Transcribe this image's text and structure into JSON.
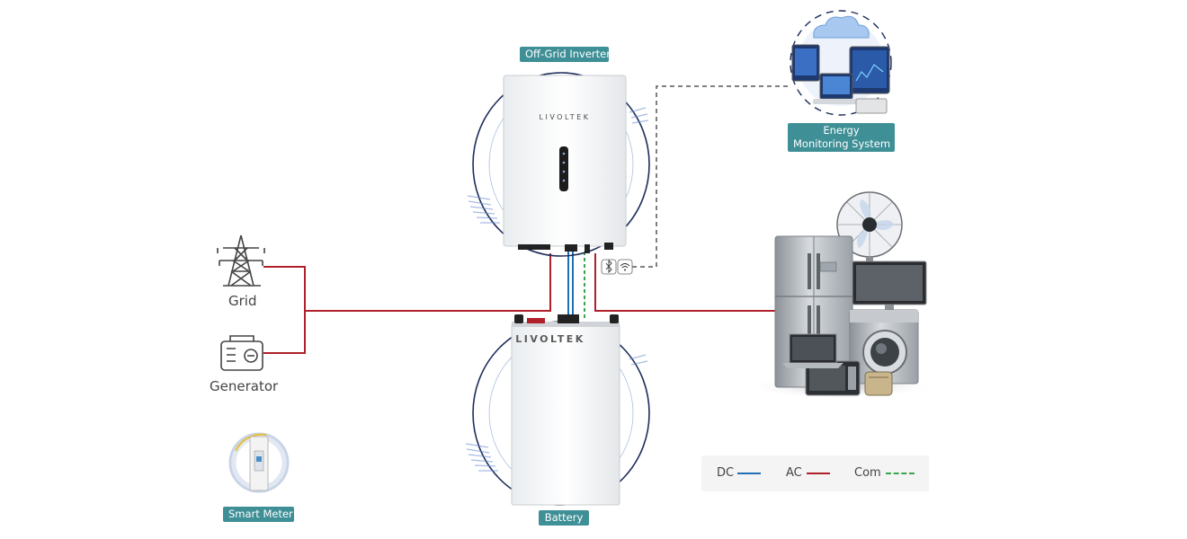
{
  "labels": {
    "inverter": "Off-Grid Inverter",
    "ems_line1": "Energy",
    "ems_line2": "Monitoring System",
    "grid": "Grid",
    "generator": "Generator",
    "smart_meter": "Smart Meter",
    "battery": "Battery",
    "brand_inverter": "LIVOLTEK",
    "brand_battery": "LIVOLTEK"
  },
  "legend": {
    "dc": "DC",
    "ac": "AC",
    "com": "Com"
  },
  "colors": {
    "dc": "#1f6fb5",
    "ac": "#b0202a",
    "com": "#3aa64b",
    "tag": "#3f8f96"
  },
  "icons": [
    "grid-tower-icon",
    "generator-icon",
    "smart-meter-icon",
    "bluetooth-icon",
    "wifi-icon",
    "cloud-monitor-icon",
    "appliances-icon"
  ]
}
